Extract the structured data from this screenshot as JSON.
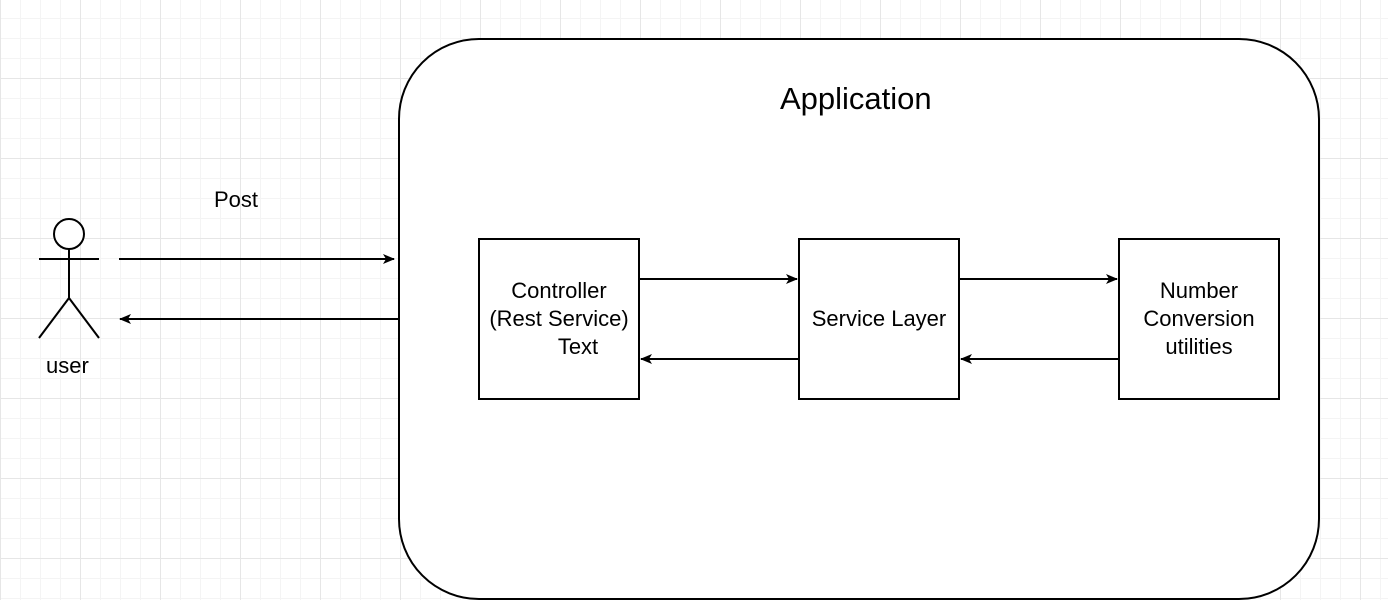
{
  "diagram": {
    "actor": {
      "label": "user"
    },
    "edge_user_to_app": {
      "label": "Post"
    },
    "application": {
      "title": "Application"
    },
    "controller": {
      "lines": [
        "Controller",
        "(Rest Service)",
        "Text"
      ]
    },
    "service": {
      "label": "Service Layer"
    },
    "utilities": {
      "lines": [
        "Number",
        "Conversion",
        "utilities"
      ]
    }
  }
}
